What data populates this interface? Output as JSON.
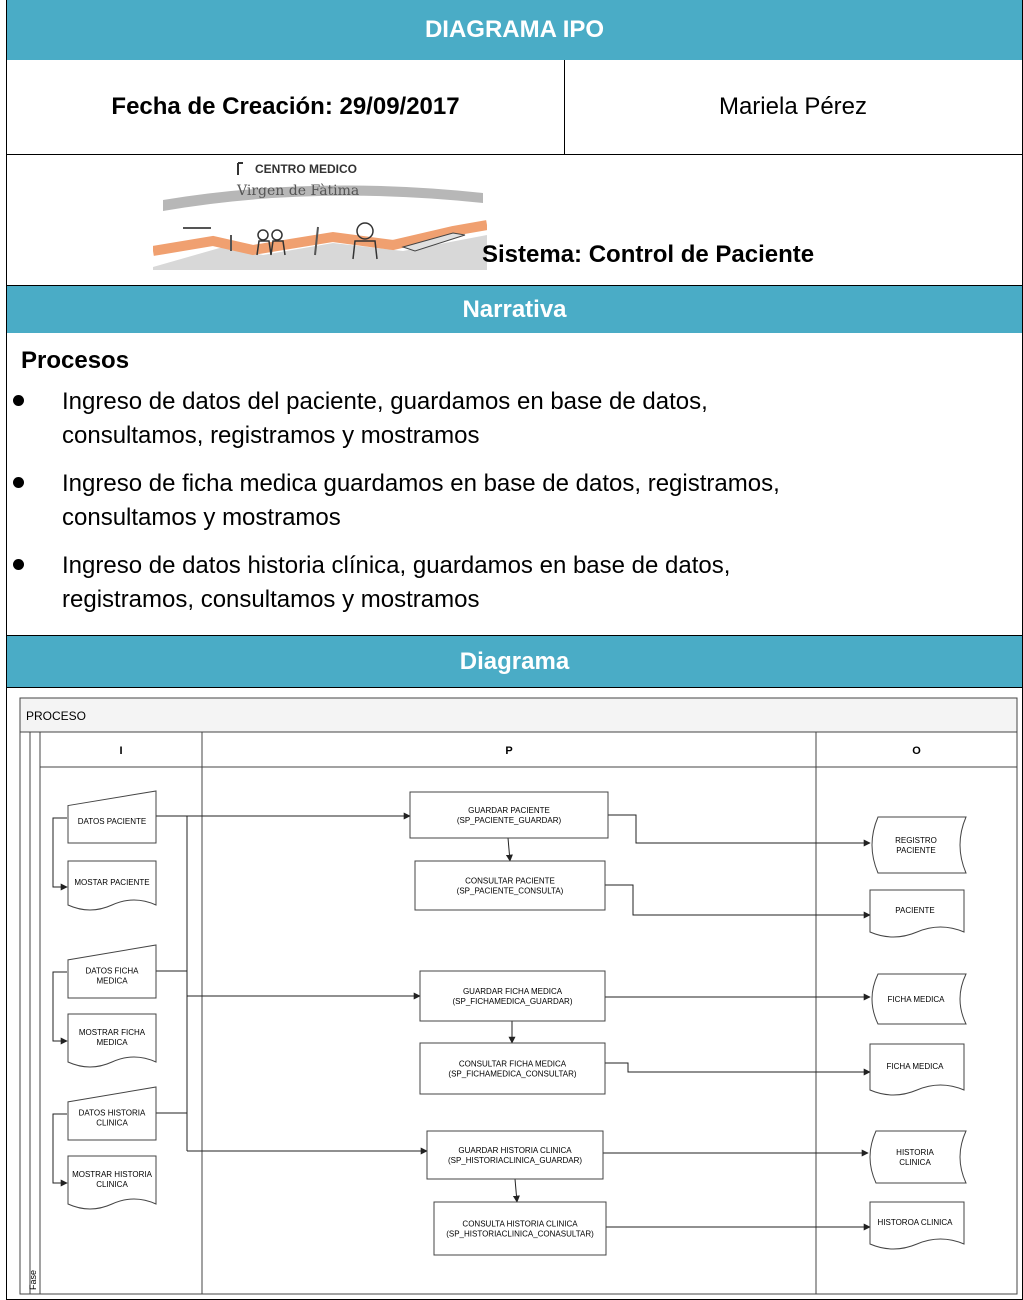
{
  "header": {
    "title": "DIAGRAMA IPO",
    "date_label": "Fecha de Creación: 29/09/2017",
    "author": "Mariela Pérez"
  },
  "logo": {
    "line1": "CENTRO MEDICO",
    "line2": "Virgen de Fàtima"
  },
  "system_label": "Sistema: Control de Paciente",
  "narrative": {
    "heading": "Narrativa",
    "section_title": "Procesos",
    "items": [
      [
        "Ingreso de datos del paciente, guardamos en base de datos,",
        "consultamos, registramos y mostramos"
      ],
      [
        "Ingreso de ficha medica guardamos en base de datos, registramos,",
        "consultamos y mostramos"
      ],
      [
        "Ingreso de datos historia clínica, guardamos en base de datos,",
        "registramos, consultamos  y mostramos"
      ]
    ]
  },
  "diagram": {
    "heading": "Diagrama",
    "pool_label": "PROCESO",
    "phase_label": "Fase",
    "columns": [
      "I",
      "P",
      "O"
    ],
    "inputs": [
      [
        "DATOS PACIENTE"
      ],
      [
        "MOSTAR PACIENTE"
      ],
      [
        "DATOS FICHA",
        "MEDICA"
      ],
      [
        "MOSTRAR FICHA",
        "MEDICA"
      ],
      [
        "DATOS HISTORIA",
        "CLINICA"
      ],
      [
        "MOSTRAR HISTORIA",
        "CLINICA"
      ]
    ],
    "processes": [
      [
        "GUARDAR PACIENTE",
        "(SP_PACIENTE_GUARDAR)"
      ],
      [
        "CONSULTAR PACIENTE",
        "(SP_PACIENTE_CONSULTA)"
      ],
      [
        "GUARDAR FICHA MEDICA",
        "(SP_FICHAMEDICA_GUARDAR)"
      ],
      [
        "CONSULTAR FICHA MEDICA",
        "(SP_FICHAMEDICA_CONSULTAR)"
      ],
      [
        "GUARDAR HISTORIA CLINICA",
        "(SP_HISTORIACLINICA_GUARDAR)"
      ],
      [
        "CONSULTA HISTORIA CLINICA",
        "(SP_HISTORIACLINICA_CONASULTAR)"
      ]
    ],
    "outputs": [
      [
        "REGISTRO",
        "PACIENTE"
      ],
      [
        "PACIENTE"
      ],
      [
        "FICHA MEDICA"
      ],
      [
        "FICHA MEDICA"
      ],
      [
        "HISTORIA",
        "CLINICA"
      ],
      [
        "HISTOROA CLINICA"
      ]
    ]
  }
}
